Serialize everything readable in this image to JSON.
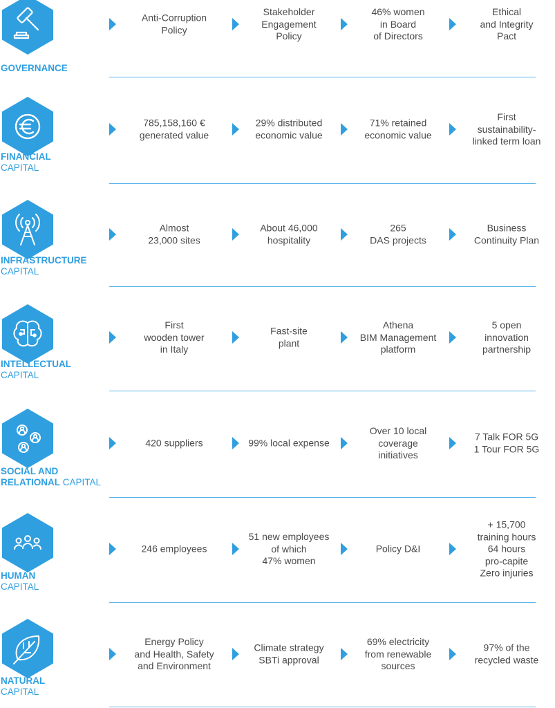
{
  "colors": {
    "accent": "#2f9fe0",
    "text": "#4a4a4a",
    "rule": "#5bb5ea"
  },
  "sections": [
    {
      "icon": "gavel-icon",
      "title_bold": "GOVERNANCE",
      "title_light": "",
      "title_layout": "single",
      "items": [
        "Anti-Corruption\nPolicy",
        "Stakeholder\nEngagement\nPolicy",
        "46% women\nin Board\nof Directors",
        "Ethical\nand Integrity\nPact"
      ]
    },
    {
      "icon": "euro-icon",
      "title_bold": "FINANCIAL",
      "title_light": "CAPITAL",
      "title_layout": "stacked",
      "items": [
        "785,158,160 €\ngenerated value",
        "29% distributed\neconomic value",
        "71% retained\neconomic value",
        "First\nsustainability-\nlinked term loan"
      ]
    },
    {
      "icon": "antenna-tower-icon",
      "title_bold": "INFRASTRUCTURE",
      "title_light": "CAPITAL",
      "title_layout": "stacked",
      "items": [
        "Almost\n23,000 sites",
        "About 46,000\nhospitality",
        "265\nDAS projects",
        "Business\nContinuity Plan"
      ]
    },
    {
      "icon": "brain-icon",
      "title_bold": "INTELLECTUAL",
      "title_light": "CAPITAL",
      "title_layout": "stacked",
      "items": [
        "First\nwooden tower\nin Italy",
        "Fast-site\nplant",
        "Athena\nBIM Management\nplatform",
        "5 open\ninnovation\npartnership"
      ]
    },
    {
      "icon": "people-network-icon",
      "title_bold": "SOCIAL AND\nRELATIONAL",
      "title_light": "CAPITAL",
      "title_layout": "inline",
      "items": [
        "420 suppliers",
        "99% local expense",
        "Over 10 local\ncoverage\ninitiatives",
        "7 Talk FOR 5G\n1 Tour FOR 5G"
      ]
    },
    {
      "icon": "team-icon",
      "title_bold": "HUMAN",
      "title_light": "CAPITAL",
      "title_layout": "stacked",
      "items": [
        "246 employees",
        "51 new employees\nof which\n47% women",
        "Policy D&I",
        "+ 15,700\ntraining hours\n64 hours\npro-capite\nZero injuries"
      ]
    },
    {
      "icon": "leaf-icon",
      "title_bold": "NATURAL",
      "title_light": "CAPITAL",
      "title_layout": "stacked",
      "items": [
        "Energy Policy\nand Health, Safety\nand Environment",
        "Climate strategy\nSBTi approval",
        "69% electricity\nfrom renewable\nsources",
        "97% of the\nrecycled waste"
      ]
    }
  ]
}
